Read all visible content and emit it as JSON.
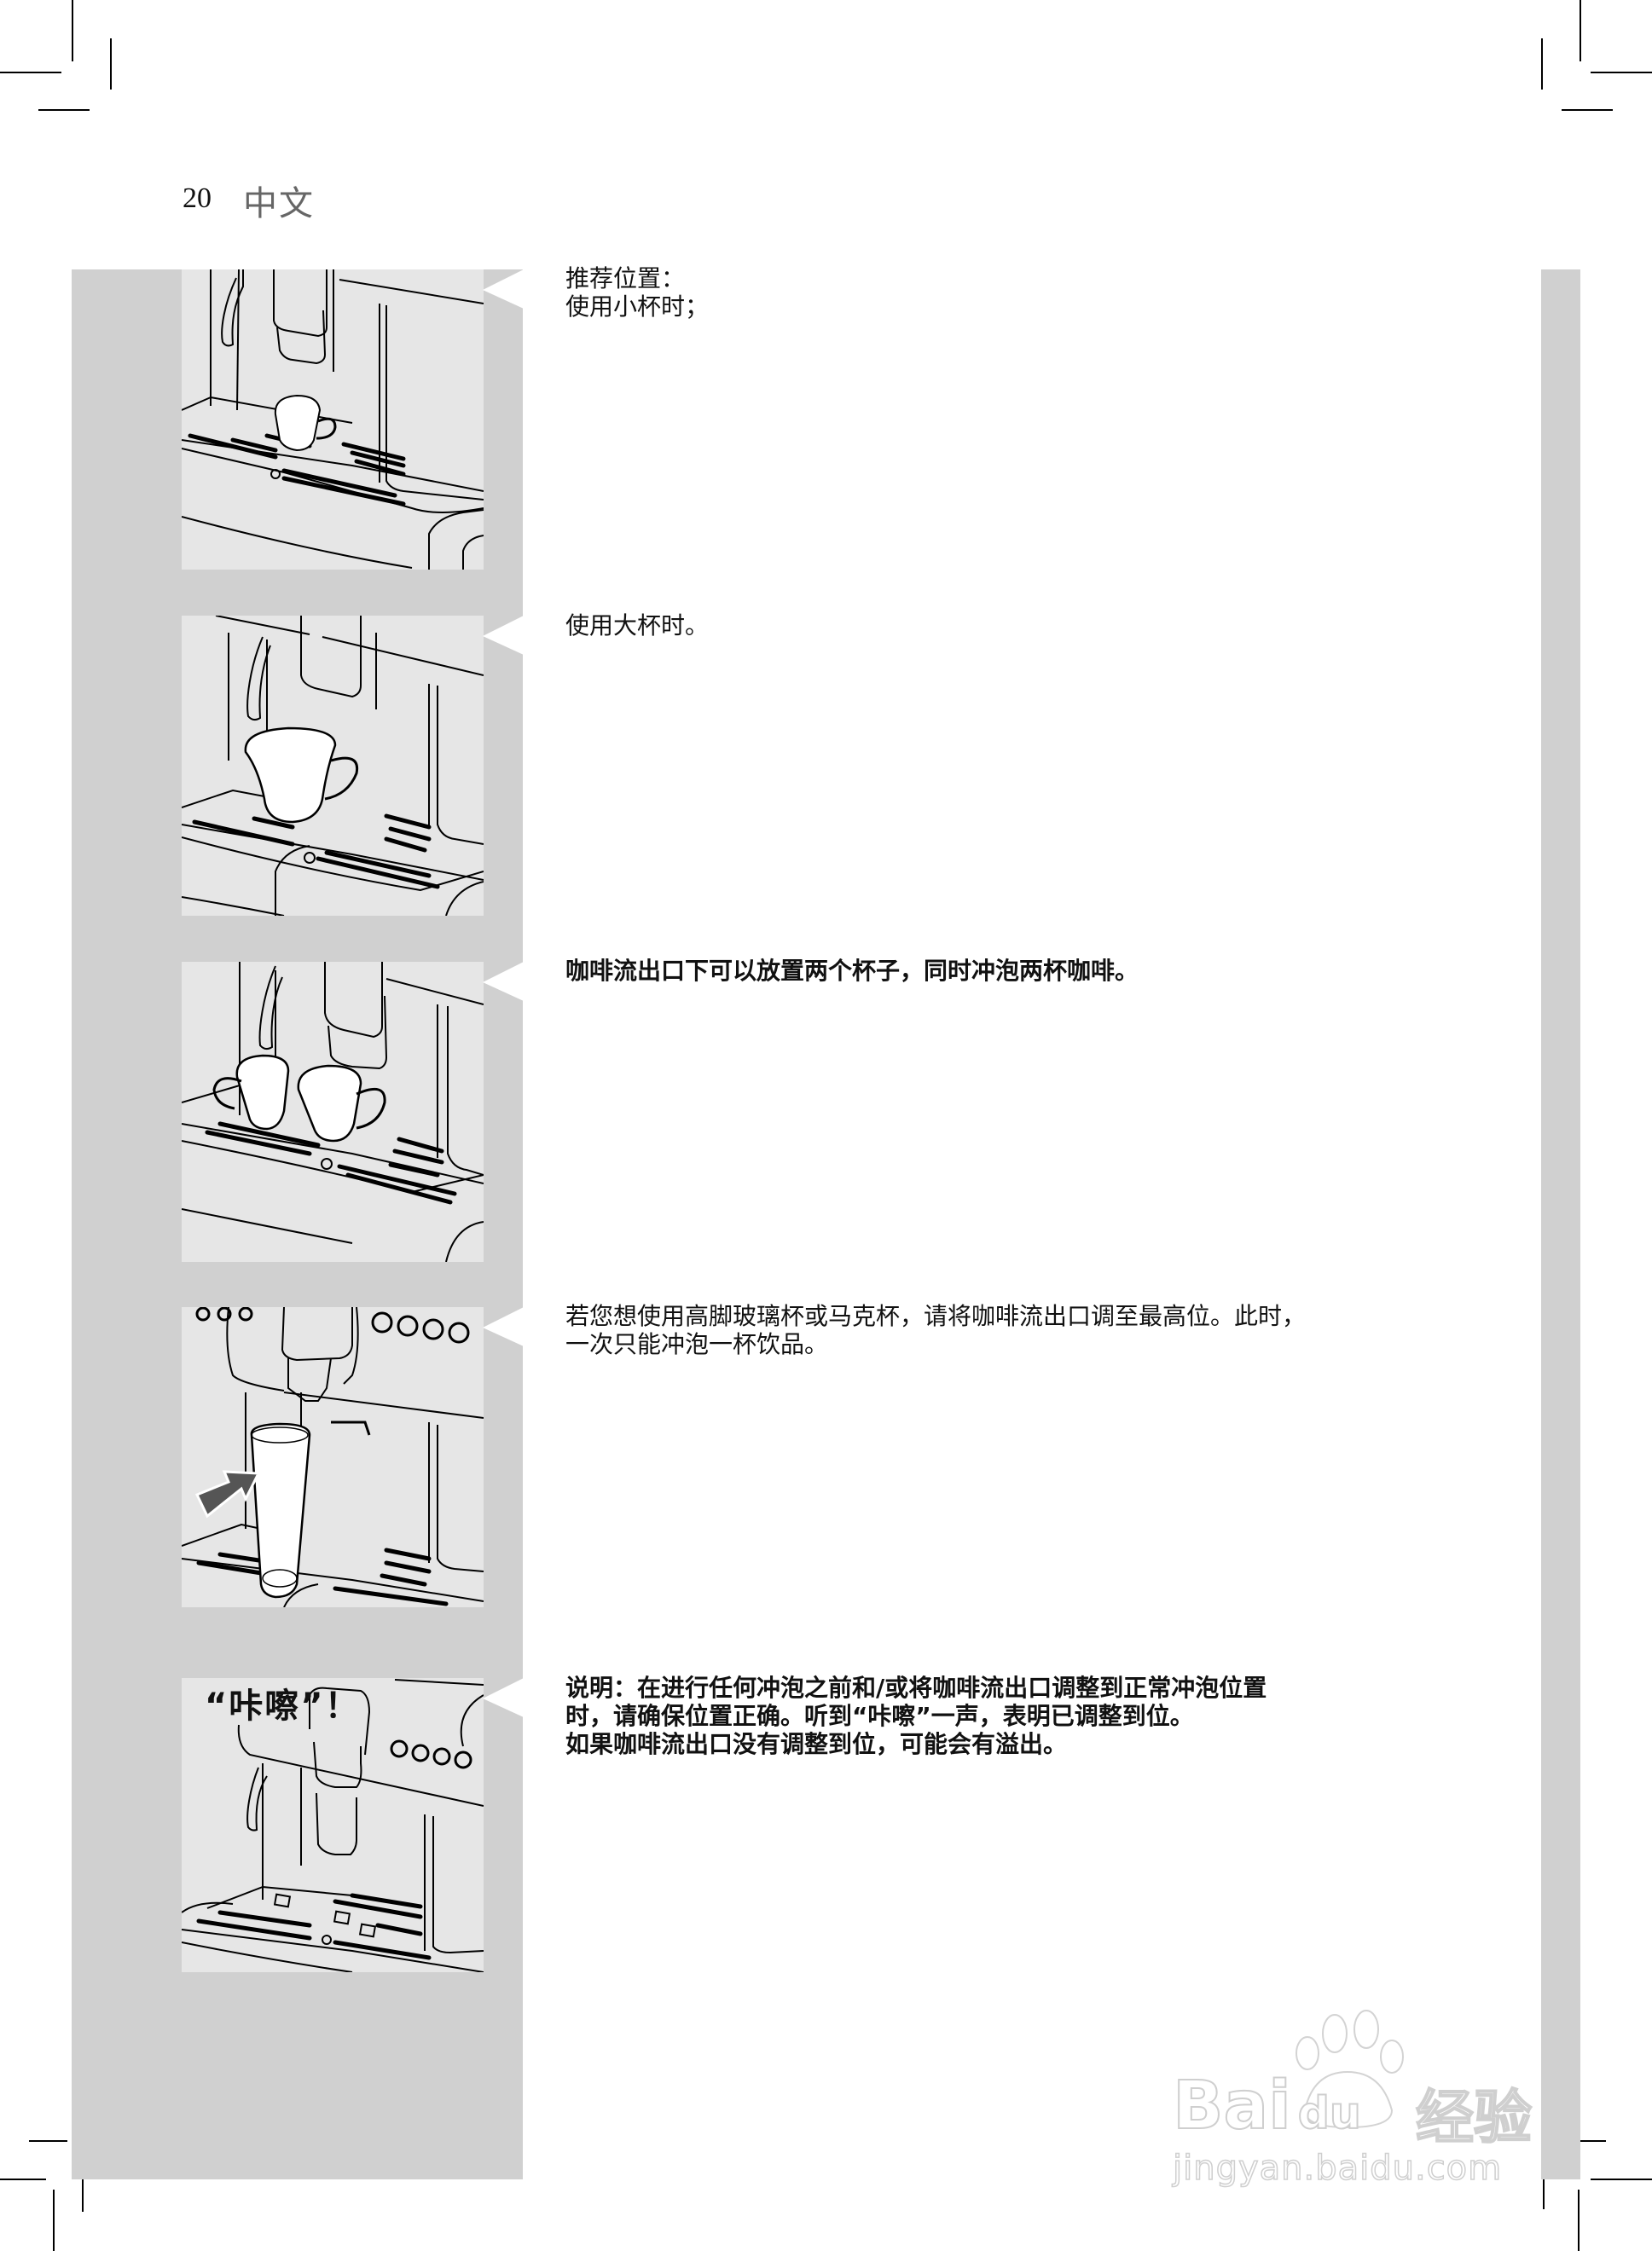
{
  "header": {
    "page_number": "20",
    "language": "中文"
  },
  "steps": [
    {
      "image": "coffee-machine-small-cup",
      "lines": [
        "推荐位置：",
        "使用小杯时；"
      ],
      "style": "regular"
    },
    {
      "image": "coffee-machine-large-cup",
      "lines": [
        "使用大杯时。"
      ],
      "style": "regular"
    },
    {
      "image": "coffee-machine-two-cups",
      "lines": [
        "咖啡流出口下可以放置两个杯子，同时冲泡两杯咖啡。"
      ],
      "style": "bold"
    },
    {
      "image": "coffee-machine-tall-glass",
      "lines": [
        "若您想使用高脚玻璃杯或马克杯，请将咖啡流出口调至最高位。此时，",
        "一次只能冲泡一杯饮品。"
      ],
      "style": "regular"
    },
    {
      "image": "coffee-machine-click-dispenser",
      "image_label": "“咔嚓”！",
      "lines": [
        "说明：在进行任何冲泡之前和/或将咖啡流出口调整到正常冲泡位置",
        "时，请确保位置正确。听到“咔嚓”一声，表明已调整到位。",
        "如果咖啡流出口没有调整到位，可能会有溢出。"
      ],
      "style": "bold"
    }
  ],
  "watermark": {
    "brand": "Bai",
    "brand_paw": "du",
    "brand_suffix": "经验",
    "url": "jingyan.baidu.com"
  },
  "colors": {
    "panel_gray": "#d0d0d0",
    "image_bg": "#e6e6e6",
    "text": "#111111",
    "header_lang": "#666666"
  }
}
